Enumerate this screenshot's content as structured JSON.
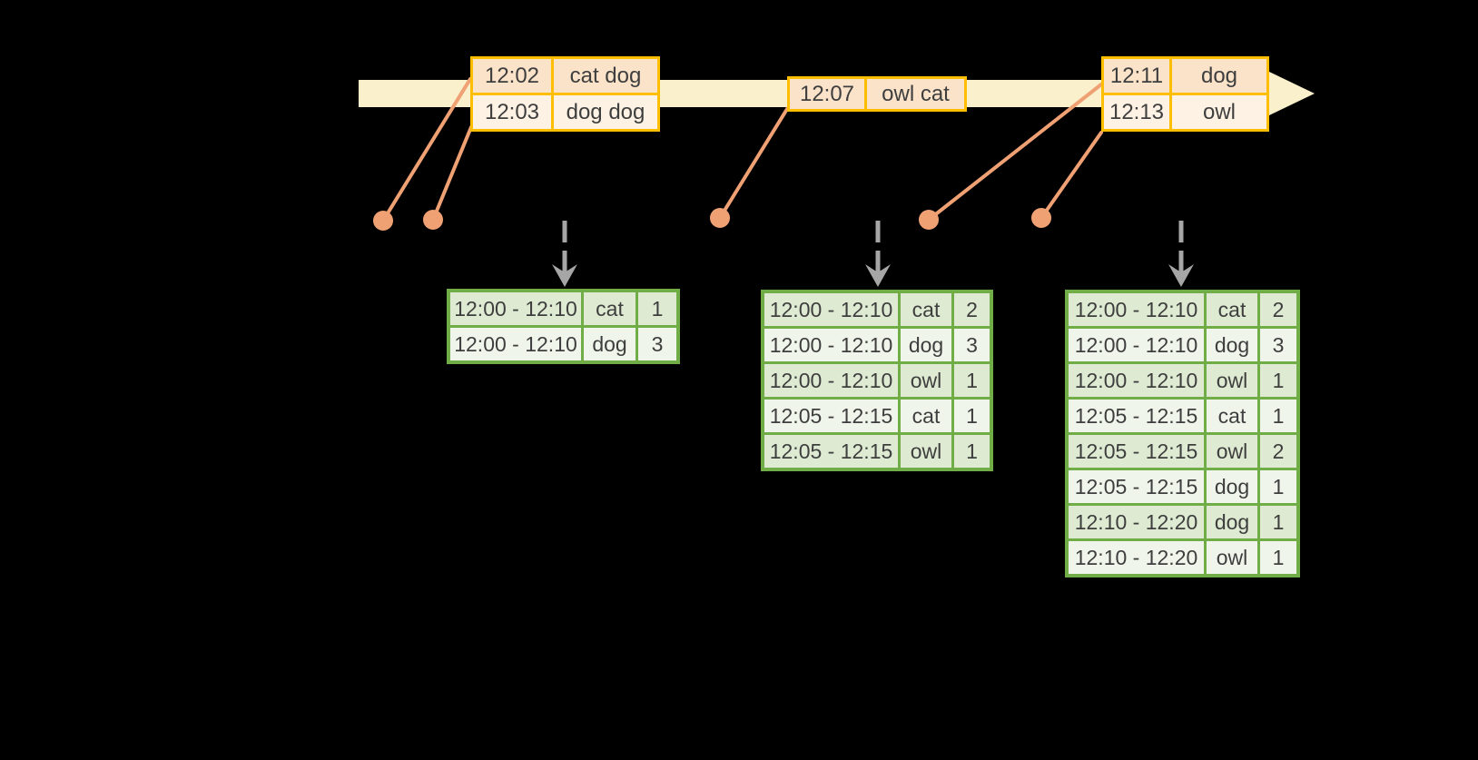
{
  "events": {
    "batch1": {
      "rows": [
        {
          "time": "12:02",
          "words": "cat dog"
        },
        {
          "time": "12:03",
          "words": "dog dog"
        }
      ]
    },
    "batch2": {
      "rows": [
        {
          "time": "12:07",
          "words": "owl cat"
        }
      ]
    },
    "batch3": {
      "rows": [
        {
          "time": "12:11",
          "words": "dog"
        },
        {
          "time": "12:13",
          "words": "owl"
        }
      ]
    }
  },
  "results": {
    "table1": {
      "rows": [
        {
          "window": "12:00 - 12:10",
          "word": "cat",
          "count": "1"
        },
        {
          "window": "12:00 - 12:10",
          "word": "dog",
          "count": "3"
        }
      ]
    },
    "table2": {
      "rows": [
        {
          "window": "12:00 - 12:10",
          "word": "cat",
          "count": "2"
        },
        {
          "window": "12:00 - 12:10",
          "word": "dog",
          "count": "3"
        },
        {
          "window": "12:00 - 12:10",
          "word": "owl",
          "count": "1"
        },
        {
          "window": "12:05 - 12:15",
          "word": "cat",
          "count": "1"
        },
        {
          "window": "12:05 - 12:15",
          "word": "owl",
          "count": "1"
        }
      ]
    },
    "table3": {
      "rows": [
        {
          "window": "12:00 - 12:10",
          "word": "cat",
          "count": "2"
        },
        {
          "window": "12:00 - 12:10",
          "word": "dog",
          "count": "3"
        },
        {
          "window": "12:00 - 12:10",
          "word": "owl",
          "count": "1"
        },
        {
          "window": "12:05 - 12:15",
          "word": "cat",
          "count": "1"
        },
        {
          "window": "12:05 - 12:15",
          "word": "owl",
          "count": "2"
        },
        {
          "window": "12:05 - 12:15",
          "word": "dog",
          "count": "1"
        },
        {
          "window": "12:10 - 12:20",
          "word": "dog",
          "count": "1"
        },
        {
          "window": "12:10 - 12:20",
          "word": "owl",
          "count": "1"
        }
      ]
    }
  },
  "icons": {
    "timeline_arrow": "right-block-arrow",
    "event_dot": "filled-circle",
    "trigger_arrow": "dashed-down-arrow"
  },
  "colors": {
    "background": "#000000",
    "timeline_band": "#FAF0CC",
    "event_table_border": "#FFBF00",
    "event_row_dark": "#FBE3C9",
    "event_row_light": "#FDF2E3",
    "event_connector": "#F0A173",
    "result_table_border": "#70AD47",
    "result_row_dark": "#DEEBD2",
    "result_row_light": "#EFF5EB",
    "trigger_arrow": "#A6A6A6",
    "text": "#3E3E3E"
  }
}
